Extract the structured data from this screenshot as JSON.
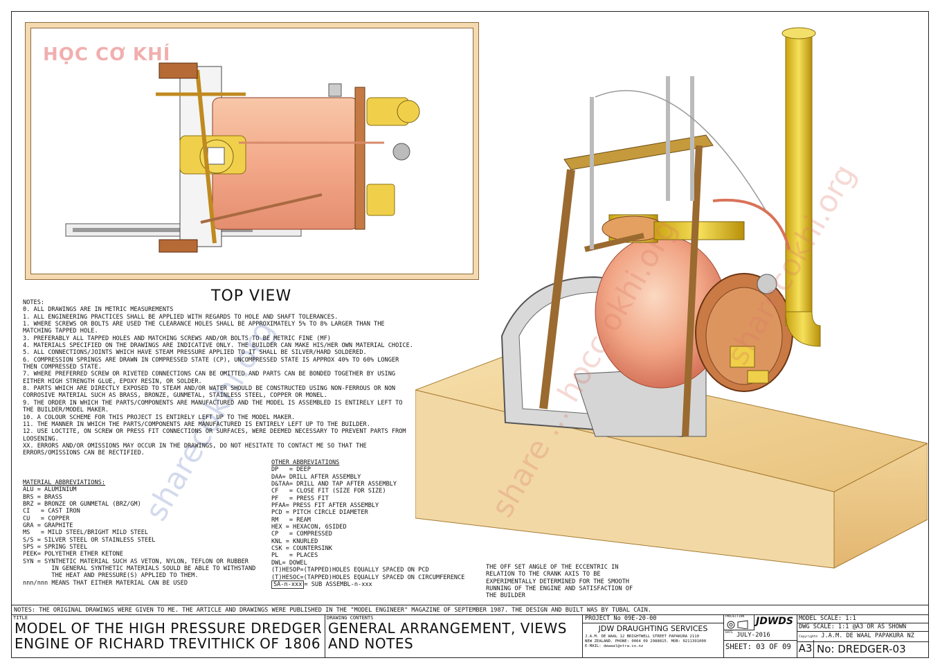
{
  "top_view": {
    "title": "TOP VIEW",
    "logo": "HỌC CƠ KHÍ"
  },
  "watermarks": [
    "sharecokhi.org",
    "share ... hocc okhi.org",
    "sharecokhi.org"
  ],
  "notes": {
    "heading": "NOTES:",
    "items": [
      "0. ALL DRAWINGS ARE IN METRIC MEASUREMENTS",
      "1. ALL ENGINEERING PRACTICES SHALL BE APPLIED WITH REGARDS TO HOLE AND SHAFT TOLERANCES.",
      "1. WHERE SCREWS OR BOLTS ARE USED THE CLEARANCE HOLES SHALL BE APPROXIMATELY 5% TO 8% LARGER THAN THE MATCHING TAPPED HOLE.",
      "3. PREFERABLY ALL TAPPED HOLES AND MATCHING SCREWS AND/OR BOLTS TO BE METRIC FINE (MF)",
      "4. MATERIALS SPECIFIED ON THE DRAWINGS ARE INDICATIVE ONLY. THE BUILDER CAN MAKE HIS/HER OWN MATERIAL CHOICE.",
      "5. ALL CONNECTIONS/JOINTS WHICH HAVE STEAM PRESSURE APPLIED TO IT SHALL BE SILVER/HARD SOLDERED.",
      "6. COMPRESSION SPRINGS ARE DRAWN IN COMPRESSED STATE (CP), UNCOMPRESSED STATE IS APPROX 40% TO 60% LONGER THEN COMPRESSED STATE.",
      "7. WHERE PREFERRED SCREW OR RIVETED CONNECTIONS CAN BE OMITTED AND PARTS CAN BE BONDED TOGETHER BY USING EITHER HIGH STRENGTH GLUE, EPOXY RESIN, OR SOLDER.",
      "8. PARTS WHICH ARE DIRECTLY EXPOSED TO STEAM AND/OR WATER SHOULD BE CONSTRUCTED USING NON-FERROUS OR NON CORROSIVE MATERIAL SUCH AS BRASS, BRONZE, GUNMETAL, STAINLESS STEEL, COPPER OR MONEL.",
      "9. THE ORDER IN WHICH THE PARTS/COMPONENTS ARE MANUFACTURED AND THE MODEL IS ASSEMBLED IS ENTIRELY LEFT TO THE BUILDER/MODEL MAKER.",
      "10. A COLOUR SCHEME FOR THIS PROJECT IS ENTIRELY LEFT UP TO THE MODEL MAKER.",
      "11. THE MANNER IN WHICH THE PARTS/COMPONENTS ARE MANUFACTURED IS ENTIRELY LEFT UP TO THE BUILDER.",
      "12. USE LOCTITE, ON SCREW OR PRESS FIT CONNECTIONS OR SURFACES, WERE DEEMED NECESSARY TO PREVENT PARTS FROM LOOSENING.",
      "XX. ERRORS AND/OR OMISSIONS MAY OCCUR IN THE DRAWINGS, DO NOT HESITATE TO CONTACT ME SO THAT THE ERRORS/OMISSIONS CAN BE RECTIFIED."
    ]
  },
  "material_abbreviations": {
    "heading": "MATERIAL ABBREVIATIONS:",
    "items": [
      "ALU = ALUMINIUM",
      "BRS = BRASS",
      "BRZ = BRONZE OR GUNMETAL (BRZ/GM)",
      "CI   = CAST IRON",
      "CU   = COPPER",
      "GRA = GRAPHITE",
      "MS   = MILD STEEL/BRIGHT MILD STEEL",
      "S/S = SILVER STEEL OR STAINLESS STEEL",
      "SPS = SPRING STEEL",
      "PEEK= POLYETHER ETHER KETONE",
      "SYN = SYNTHETIC MATERIAL SUCH AS VETON, NYLON, TEFLON OR RUBBER",
      "        IN GENERAL SYNTHETIC MATERIALS SOULD BE ABLE TO WITHSTAND",
      "        THE HEAT AND PRESSURE(S) APPLIED TO THEM.",
      "nnn/nnn MEANS THAT EITHER MATERIAL CAN BE USED"
    ]
  },
  "other_abbreviations": {
    "heading": "OTHER ABBREVIATIONS",
    "items": [
      "DP   = DEEP",
      "DAA= DRILL AFTER ASSEMBLY",
      "D&TAA= DRILL AND TAP AFTER ASSEMBLY",
      "CF   = CLOSE FIT (SIZE FOR SIZE)",
      "PF   = PRESS FIT",
      "PFAA= PRESS FIT AFTER ASSEMBLY",
      "PCD = PITCH CIRCLE DIAMETER",
      "RM   = REAM",
      "HEX = HEXACON, 6SIDED",
      "CP   = COMPRESSED",
      "KNL = KNURLED",
      "CSK = COUNTERSINK",
      "PL   = PLACES",
      "DWL= DOWEL",
      "(T)HESOP=(TAPPED)HOLES EQUALLY SPACED ON PCD",
      "(T)HESOC=(TAPPED)HOLES EQUALLY SPACED ON CIRCUMFERENCE"
    ],
    "sa_box": "SA-n-xxx",
    "sa_rest": "= SUB ASSEMBL-n-xxx"
  },
  "eccentric_note": "THE OFF SET ANGLE OF THE ECCENTRIC IN RELATION TO THE CRANK AXIS TO BE EXPERIMENTALLY DETERMINED FOR THE SMOOTH RUNNING OF THE ENGINE AND SATISFACTION OF THE BUILDER",
  "bottom_note": "NOTES: THE ORIGINAL DRAWINGS WERE GIVEN TO ME. THE ARTICLE AND DRAWINGS WERE PUBLISHED IN THE \"MODEL ENGINEER\" MAGAZINE OF SEPTEMBER 1987. THE DESIGN AND BUILT WAS BY TUBAL CAIN.",
  "title_block": {
    "title_label": "TITLE",
    "title_line1": "MODEL OF THE HIGH PRESSURE DREDGER",
    "title_line2": "ENGINE OF RICHARD TREVITHICK OF 1806",
    "contents_label": "DRAWING CONTENTS",
    "contents_line1": "GENERAL ARRANGEMENT, VIEWS",
    "contents_line2": "AND NOTES",
    "project": "PROJECT No  09E-20-00",
    "company": "JDW DRAUGHTING SERVICES",
    "address1": "J.A.M. DE WAAL  12 BRIGHTWELL STREET PAPAKURA 2110",
    "address2": "NEW ZEALAND. PHONE: 0064 09 2988815. MOB: 0211391000",
    "email": "E-MAIL: dewaal@xtra.co.nz",
    "projection_label": "PROJECTION",
    "logo": "JDWDS",
    "date_label": "DATE",
    "date": "JULY-2016",
    "sheet": "SHEET: 03 OF 09",
    "size": "A3",
    "model_scale": "MODEL SCALE: 1:1",
    "dwg_scale": "DWG SCALE: 1:1 @A3 OR AS SHOWN",
    "copyright_label": "Copyright©",
    "copyright": "J.A.M. DE WAAL PAPAKURA NZ",
    "number": "No: DREDGER-03"
  }
}
